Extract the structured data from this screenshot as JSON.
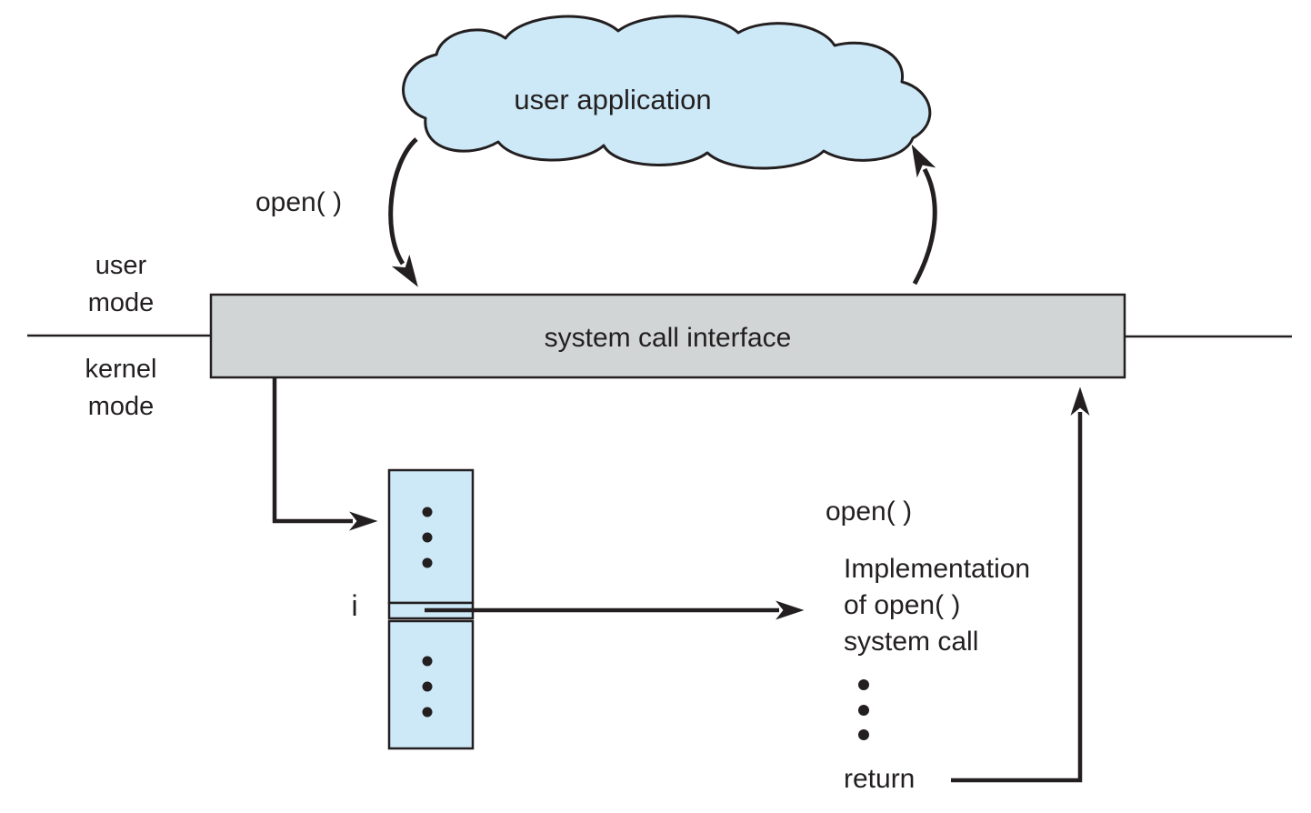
{
  "labels": {
    "user_application": "user application",
    "open_call": "open( )",
    "user_mode": "user mode",
    "kernel_mode": "kernel mode",
    "system_call_interface": "system call interface",
    "index_i": "i",
    "open_right": "open( )",
    "impl_line1": "Implementation",
    "impl_line2": "of open( )",
    "impl_line3": "system call",
    "return_label": "return"
  },
  "icons": {
    "open-call-arrow": "curved arrow from user application cloud down into system call interface",
    "return-to-app-arrow": "curved arrow from system call interface up into user application cloud",
    "dispatch-elbow-arrow": "elbow arrow from bar down and right into system call table",
    "i-row-arrow": "straight arrow from table row i to open() implementation",
    "return-arrow": "elbow arrow from return up into system call interface bar",
    "ellipsis-dots": "vertical three-dot ellipsis"
  },
  "colors": {
    "cloud_fill": "#cde9f7",
    "table_fill": "#cde9f7",
    "bar_fill": "#d2d5d6",
    "outline": "#231f20",
    "text": "#231f20"
  }
}
